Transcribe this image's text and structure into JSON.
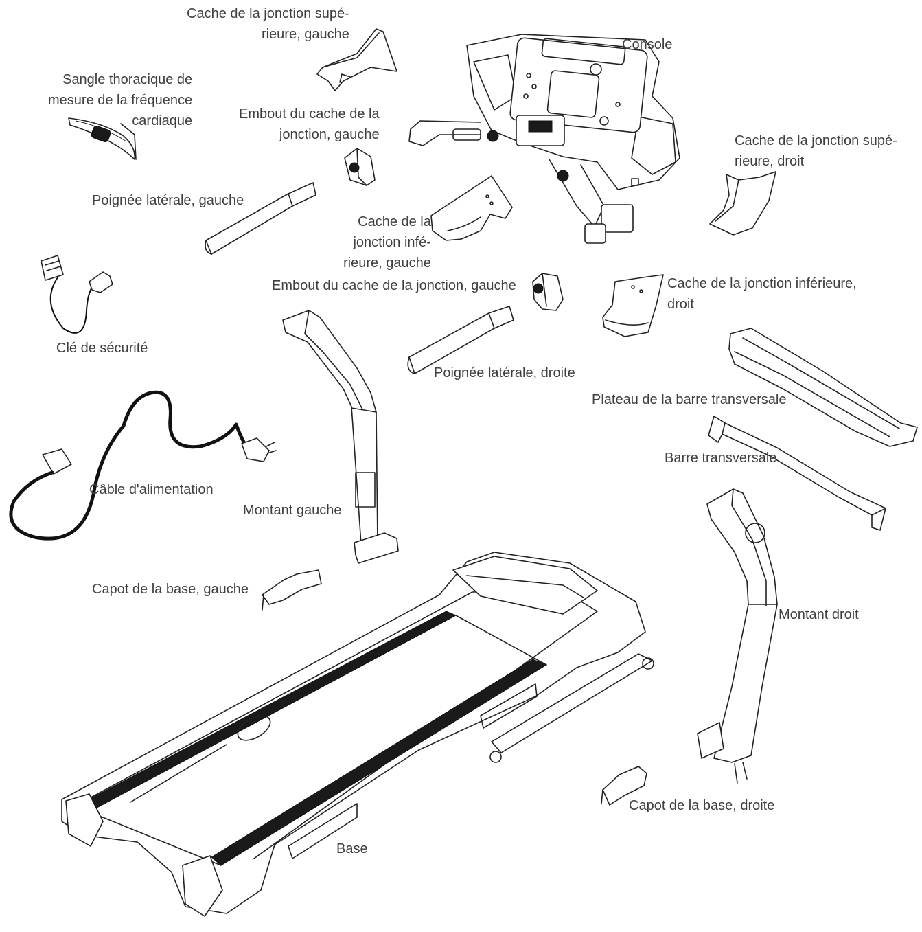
{
  "labels": {
    "cache_sup_gauche": [
      "Cache de la jonction supé-",
      "rieure, gauche"
    ],
    "console": "Console",
    "sangle": [
      "Sangle thoracique de",
      "mesure de la fréquence",
      "cardiaque"
    ],
    "embout_gauche_1": [
      "Embout du cache de la",
      "jonction, gauche"
    ],
    "cache_sup_droit": [
      "Cache de la jonction supé-",
      "rieure, droit"
    ],
    "poignee_gauche": "Poignée latérale, gauche",
    "cache_inf_gauche": [
      "Cache de la",
      "jonction infé-",
      "rieure, gauche"
    ],
    "embout_gauche_2": "Embout du cache de la jonction, gauche",
    "cache_inf_droit": [
      "Cache de la jonction inférieure,",
      "droit"
    ],
    "cle": "Clé de sécurité",
    "poignee_droite": "Poignée latérale, droite",
    "plateau": "Plateau de la barre transversale",
    "barre": "Barre transversale",
    "cable": "Câble d'alimentation",
    "montant_gauche": "Montant gauche",
    "capot_gauche": "Capot de la base, gauche",
    "montant_droit": "Montant droit",
    "capot_droit": "Capot de la base, droite",
    "base": "Base"
  },
  "icons": {
    "console": "treadmill-console-icon",
    "base": "treadmill-base-icon",
    "cable": "power-cable-icon",
    "key": "safety-key-icon",
    "strap": "chest-strap-icon"
  },
  "colors": {
    "line": "#222222",
    "label": "#3f3f3f",
    "background": "#ffffff"
  }
}
